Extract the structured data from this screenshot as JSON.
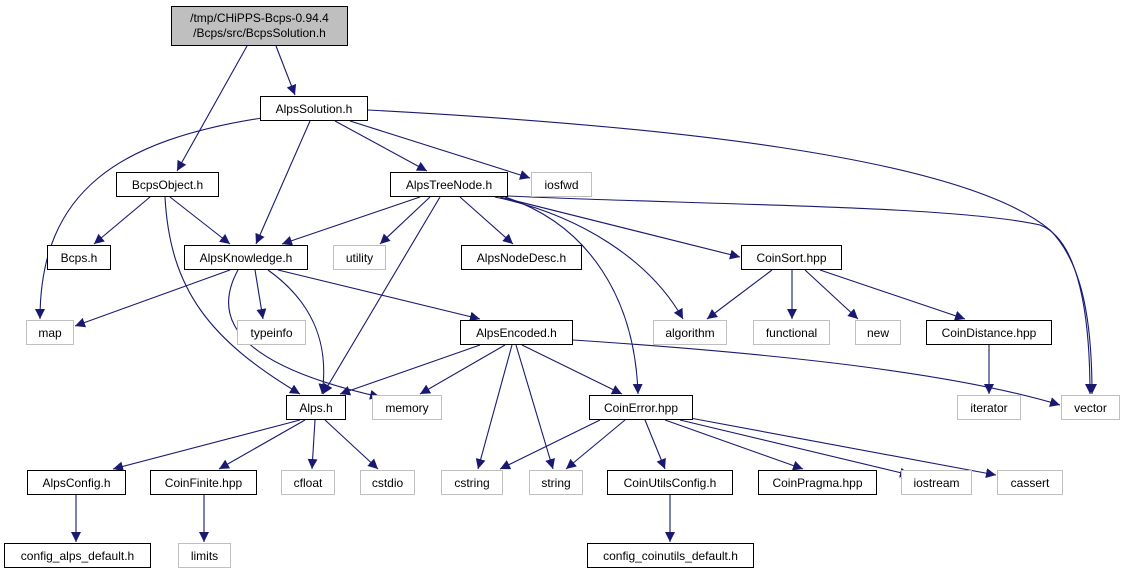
{
  "root": {
    "line1": "/tmp/CHiPPS-Bcps-0.94.4",
    "line2": "/Bcps/src/BcpsSolution.h"
  },
  "nodes": {
    "alps_solution": "AlpsSolution.h",
    "bcps_object": "BcpsObject.h",
    "alps_tree_node": "AlpsTreeNode.h",
    "iosfwd": "iosfwd",
    "bcps_h": "Bcps.h",
    "alps_knowledge": "AlpsKnowledge.h",
    "utility": "utility",
    "alps_node_desc": "AlpsNodeDesc.h",
    "coin_sort": "CoinSort.hpp",
    "map": "map",
    "typeinfo": "typeinfo",
    "alps_encoded": "AlpsEncoded.h",
    "algorithm": "algorithm",
    "functional": "functional",
    "new": "new",
    "coin_distance": "CoinDistance.hpp",
    "alps_h": "Alps.h",
    "memory": "memory",
    "coin_error": "CoinError.hpp",
    "iterator": "iterator",
    "vector": "vector",
    "alps_config": "AlpsConfig.h",
    "coin_finite": "CoinFinite.hpp",
    "cfloat": "cfloat",
    "cstdio": "cstdio",
    "cstring": "cstring",
    "string": "string",
    "coin_utils_config": "CoinUtilsConfig.h",
    "coin_pragma": "CoinPragma.hpp",
    "iostream": "iostream",
    "cassert": "cassert",
    "config_alps_default": "config_alps_default.h",
    "limits": "limits",
    "config_coinutils_default": "config_coinutils_default.h"
  },
  "colors": {
    "edge": "#191970",
    "project_border": "#000000",
    "system_border": "#bfbfbf",
    "root_fill": "#bfbfbf"
  }
}
